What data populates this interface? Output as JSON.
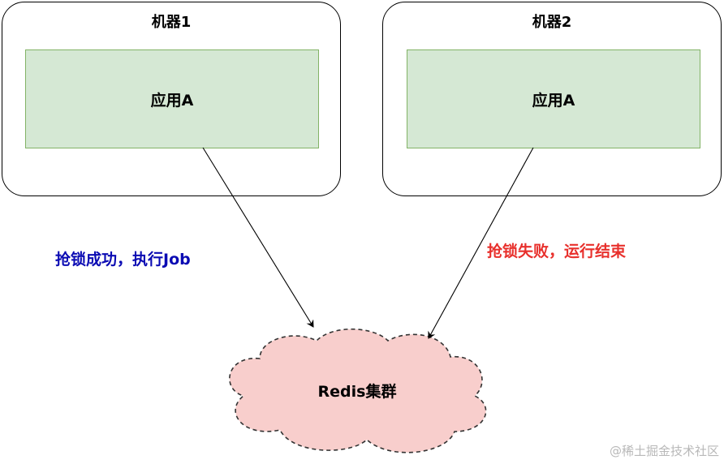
{
  "machines": [
    {
      "title": "机器1",
      "app": "应用A"
    },
    {
      "title": "机器2",
      "app": "应用A"
    }
  ],
  "arrows": [
    {
      "label": "抢锁成功，执行Job",
      "color": "#0b0bb3"
    },
    {
      "label": "抢锁失败，运行结束",
      "color": "#e8302c"
    }
  ],
  "cluster": {
    "label": "Redis集群",
    "fill": "#f8cecc"
  },
  "app_fill": "#d5e8d4",
  "watermark": "@稀土掘金技术社区"
}
